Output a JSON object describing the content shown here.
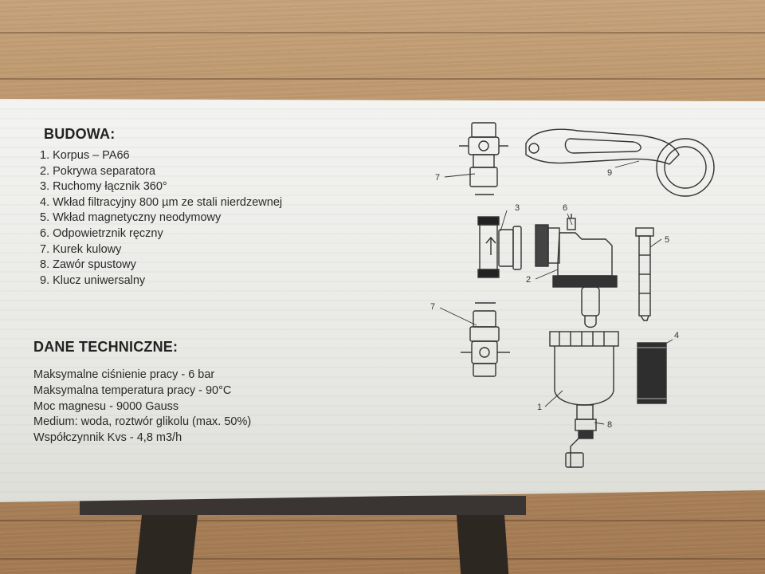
{
  "budowa": {
    "heading": "BUDOWA:",
    "items": [
      "1. Korpus – PA66",
      "2. Pokrywa separatora",
      "3. Ruchomy łącznik 360°",
      "4. Wkład filtracyjny 800 µm ze stali nierdzewnej",
      "5. Wkład magnetyczny neodymowy",
      "6. Odpowietrznik ręczny",
      "7. Kurek kulowy",
      "8. Zawór spustowy",
      "9. Klucz uniwersalny"
    ]
  },
  "dane": {
    "heading": "DANE TECHNICZNE:",
    "items": [
      "Maksymalne ciśnienie pracy - 6 bar",
      "Maksymalna temperatura pracy - 90°C",
      "Moc magnesu - 9000 Gauss",
      "Medium: woda, roztwór glikolu (max. 50%)",
      "Współczynnik Kvs - 4,8 m3/h"
    ]
  },
  "diagram": {
    "labels": [
      "7",
      "9",
      "3",
      "6",
      "5",
      "2",
      "7",
      "4",
      "1",
      "8"
    ]
  }
}
